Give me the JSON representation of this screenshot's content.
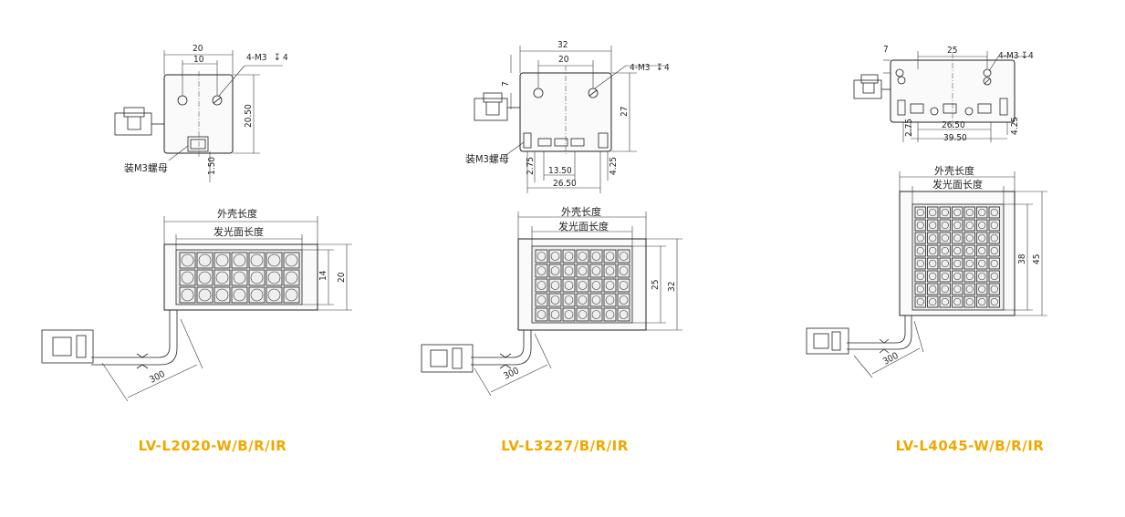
{
  "colors": {
    "model_label": "#f0a800",
    "line": "#222222"
  },
  "products": [
    {
      "model": "LV-L2020-W/B/R/IR",
      "top": {
        "width": "20",
        "hole_spacing": "10",
        "height": "20.50",
        "offset": "1.50",
        "thread": "4-M3",
        "depth": "4",
        "nut_label": "装M3螺母"
      },
      "front": {
        "shell_label": "外壳长度",
        "emit_label": "发光面长度",
        "emit_height": "14",
        "shell_height": "20",
        "cable": "300"
      }
    },
    {
      "model": "LV-L3227/B/R/IR",
      "top": {
        "width": "32",
        "hole_spacing": "20",
        "height": "27",
        "hole_offset": "7",
        "thread": "4-M3",
        "depth": "4",
        "offset_left": "2.75",
        "pitch": "13.50",
        "total": "26.50",
        "offset_right": "4.25",
        "nut_label": "装M3螺母"
      },
      "front": {
        "shell_label": "外壳长度",
        "emit_label": "发光面长度",
        "emit_height": "25",
        "shell_height": "32",
        "cable": "300"
      }
    },
    {
      "model": "LV-L4045-W/B/R/IR",
      "top": {
        "hole_spacing": "25",
        "hole_offset": "7",
        "thread": "4-M3",
        "depth": "4",
        "offset_left": "2.75",
        "inner": "26.50",
        "total": "39.50",
        "offset_right": "4.25"
      },
      "front": {
        "shell_label": "外壳长度",
        "emit_label": "发光面长度",
        "emit_height": "38",
        "shell_height": "45",
        "cable": "300"
      }
    }
  ]
}
